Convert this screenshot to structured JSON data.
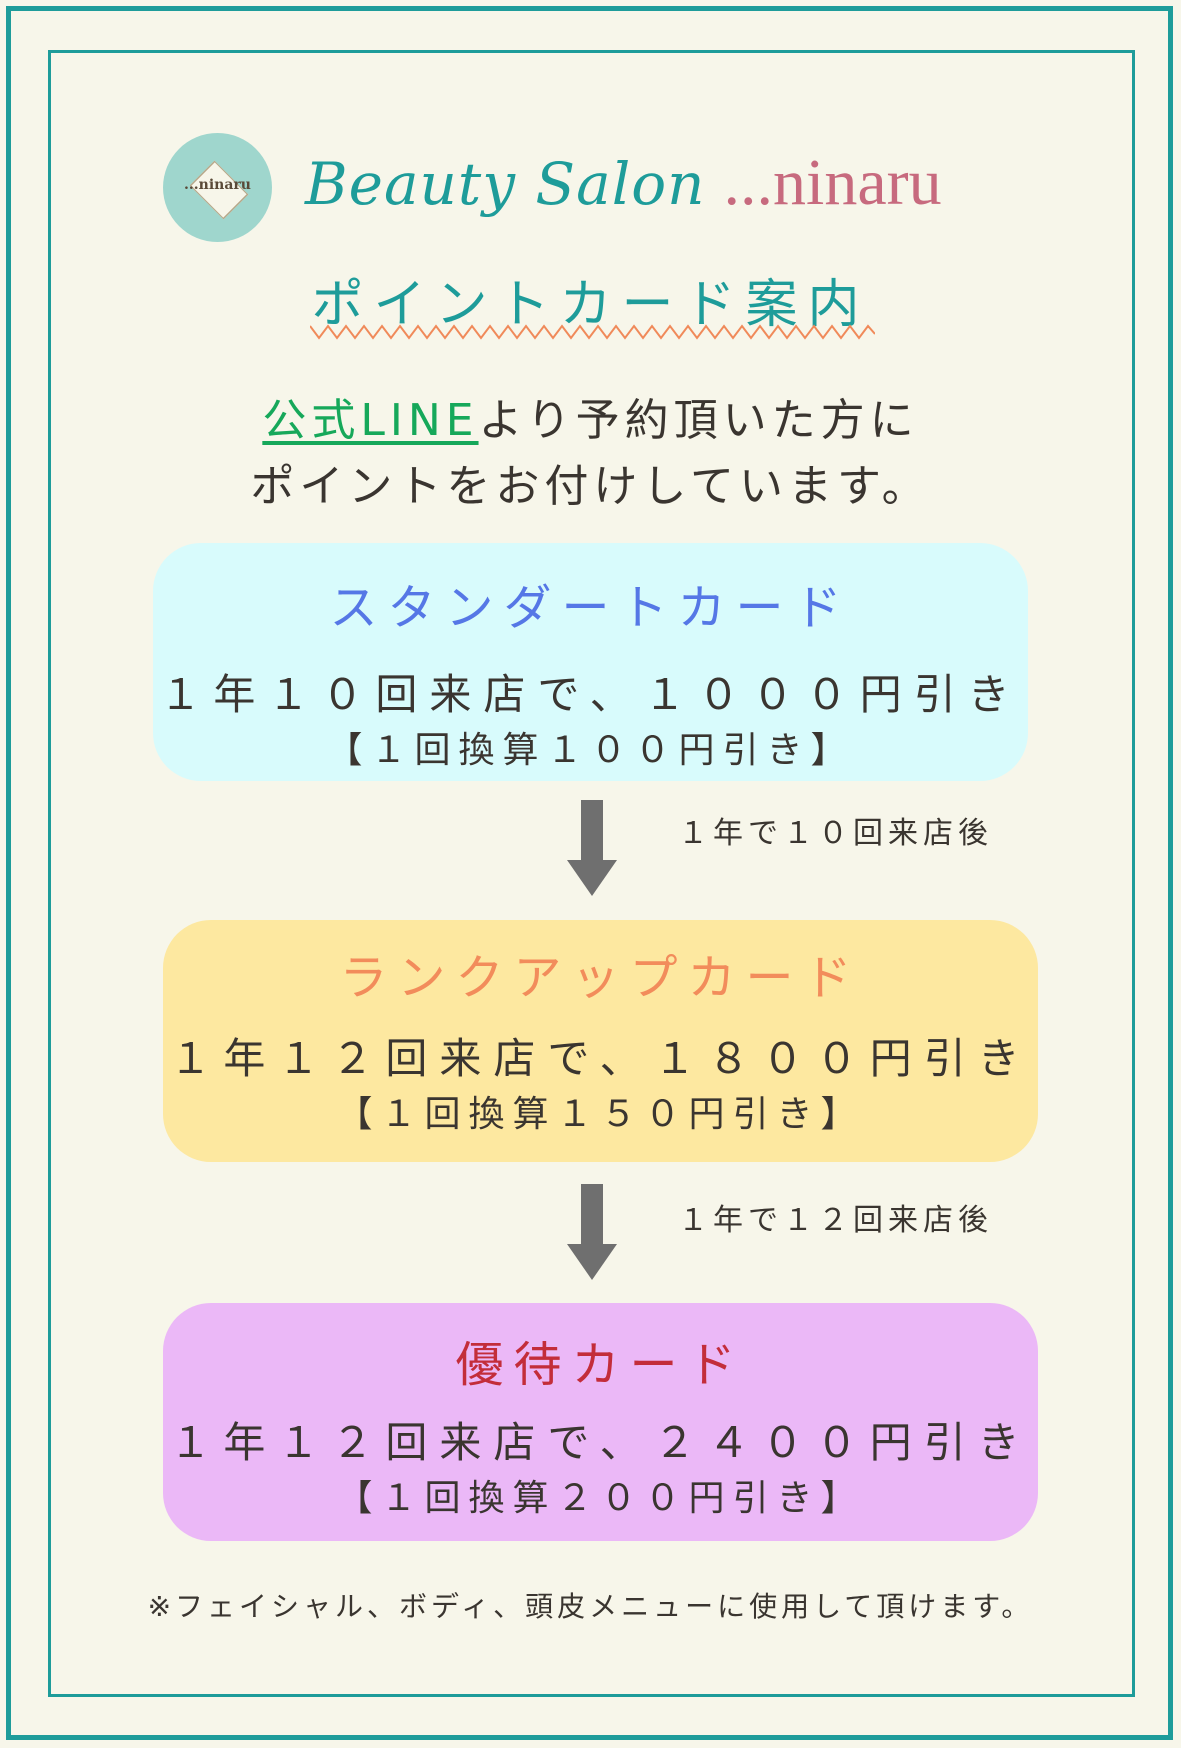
{
  "brand": {
    "logo_text": "...ninaru",
    "script": "Beauty Salon",
    "name": "...ninaru"
  },
  "title": "ポイントカード案内",
  "intro": {
    "link": "公式LINE",
    "line1_rest": "より予約頂いた方に",
    "line2": "ポイントをお付けしています。"
  },
  "cards": [
    {
      "title": "スタンダートカード",
      "main": "１年１０回来店で、１０００円引き",
      "sub": "【１回換算１００円引き】"
    },
    {
      "title": "ランクアップカード",
      "main": "１年１２回来店で、１８００円引き",
      "sub": "【１回換算１５０円引き】"
    },
    {
      "title": "優待カード",
      "main": "１年１２回来店で、２４００円引き",
      "sub": "【１回換算２００円引き】"
    }
  ],
  "arrows": [
    {
      "note": "１年で１０回来店後"
    },
    {
      "note": "１年で１２回来店後"
    }
  ],
  "footnote": "※フェイシャル、ボディ、頭皮メニューに使用して頂けます。",
  "colors": {
    "frame": "#1e9c9a",
    "background": "#f7f6ea",
    "card_standard": "#d8fbfc",
    "card_rankup": "#fde8a0",
    "card_vip": "#ebb8f7",
    "link": "#16a85a",
    "zigzag": "#f08a5a"
  }
}
